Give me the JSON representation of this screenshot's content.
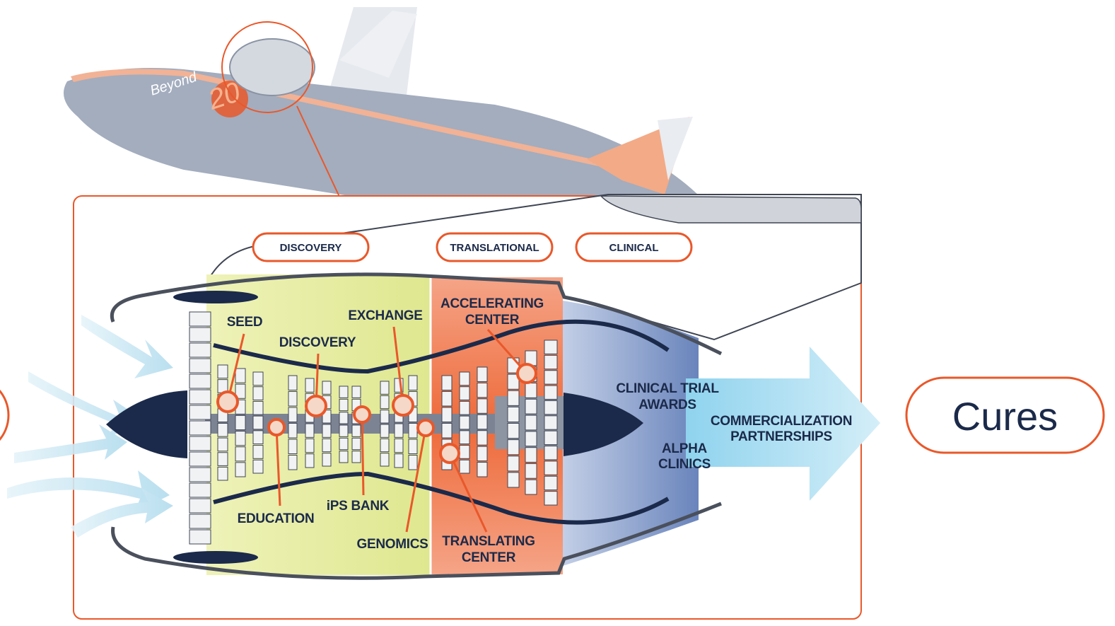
{
  "airplane": {
    "logo_text": "Beyond",
    "logo_number": "20"
  },
  "phases": [
    "DISCOVERY",
    "TRANSLATIONAL",
    "CLINICAL"
  ],
  "labels": {
    "seed": "SEED",
    "discovery": "DISCOVERY",
    "exchange": "EXCHANGE",
    "accelerating_1": "ACCELERATING",
    "accelerating_2": "CENTER",
    "education": "EDUCATION",
    "ips_bank": "iPS BANK",
    "genomics": "GENOMICS",
    "translating_1": "TRANSLATING",
    "translating_2": "CENTER",
    "clinical_trial_1": "CLINICAL TRIAL",
    "clinical_trial_2": "AWARDS",
    "alpha_1": "ALPHA",
    "alpha_2": "CLINICS",
    "commercialization_1": "COMMERCIALIZATION",
    "commercialization_2": "PARTNERSHIPS"
  },
  "outcome": "Cures",
  "colors": {
    "accent": "#e9582a",
    "navy": "#1b2a4a",
    "discovery_zone": "#e3ea9a",
    "translational_zone": "#f07a4e",
    "clinical_zone": "#7d95c6",
    "airflow": "#bfe4f3",
    "plane_body": "#9aa4b5"
  }
}
